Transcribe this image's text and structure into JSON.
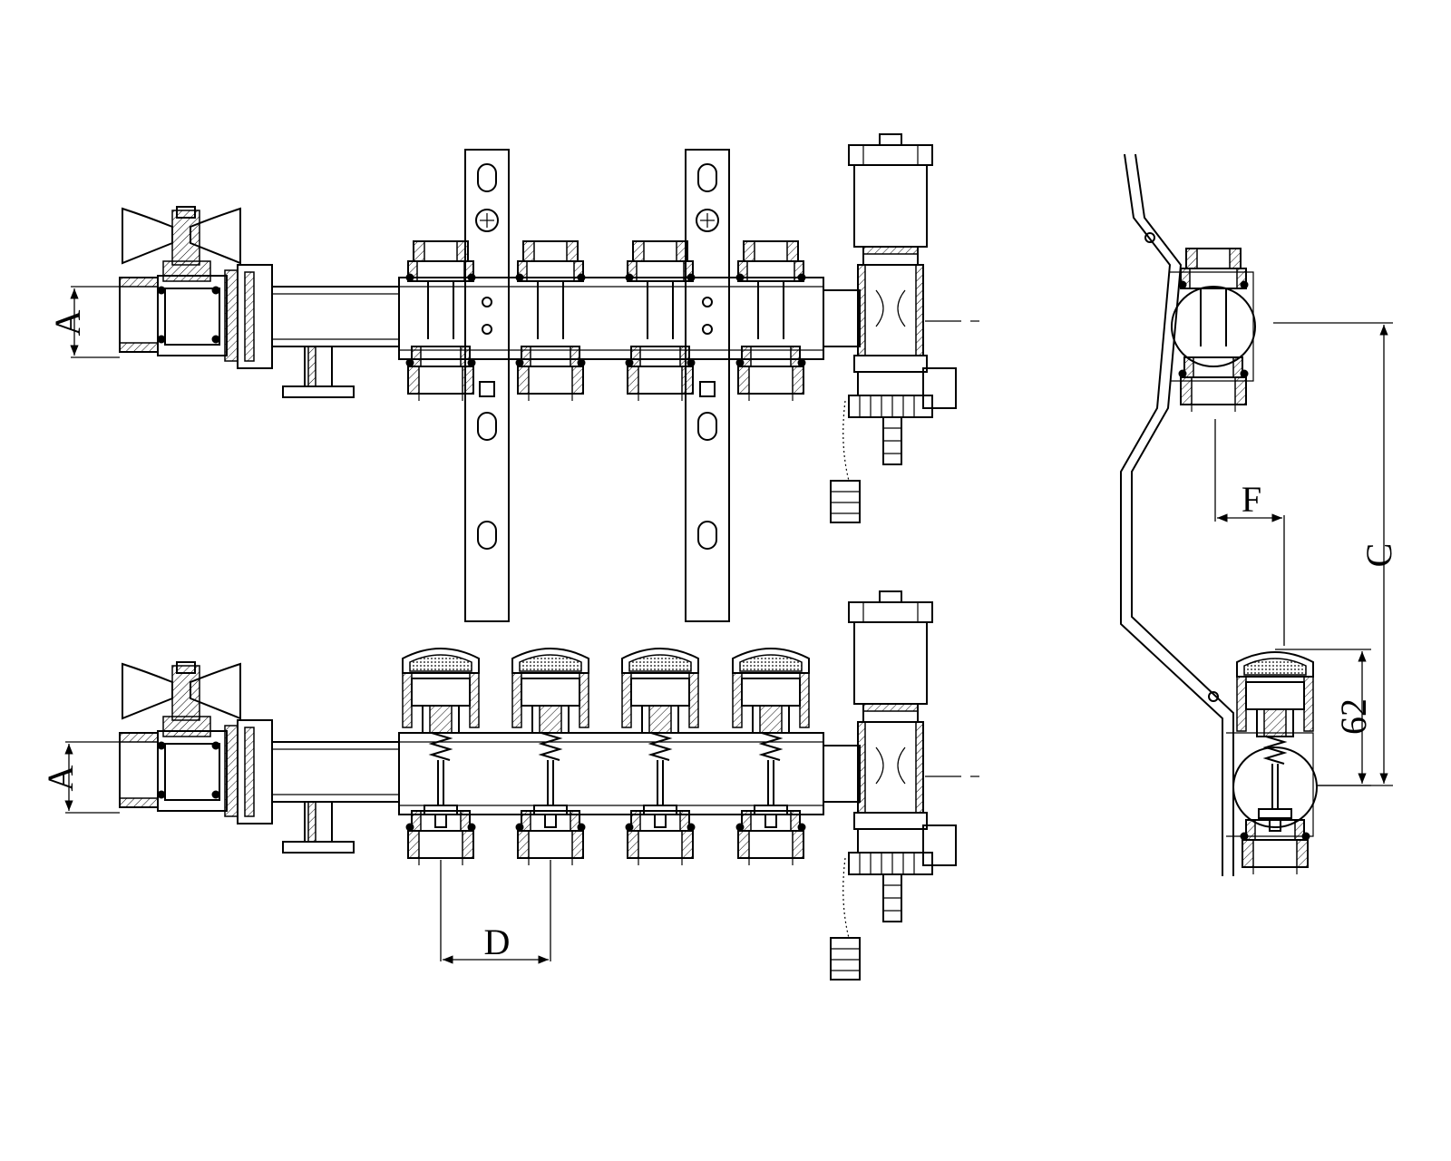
{
  "dimensions": {
    "a_top": "A",
    "a_bottom": "A",
    "d": "D",
    "c": "C",
    "f": "F",
    "height_62": "62"
  }
}
